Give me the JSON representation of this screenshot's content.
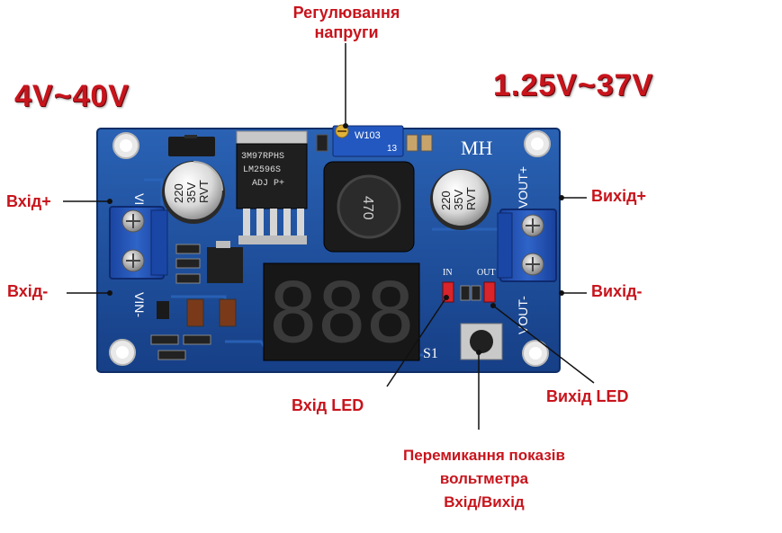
{
  "title": {
    "line1": "Регулювання",
    "line2": "напруги"
  },
  "ranges": {
    "input": "4V~40V",
    "output": "1.25V~37V"
  },
  "side_labels": {
    "in_plus": "Вхід+",
    "in_minus": "Вхід-",
    "out_plus": "Вихід+",
    "out_minus": "Вихід-"
  },
  "led_labels": {
    "in_led": "Вхід LED",
    "out_led": "Вихід LED"
  },
  "switch_caption": {
    "line1": "Перемикання показів",
    "line2": "вольтметра",
    "line3": "Вхід/Вихід"
  },
  "board": {
    "brand": "MH",
    "pot_code": "W103",
    "pot_sub": "13",
    "chip_line1": "3M97RPHS",
    "chip_line2": "LM2596S",
    "chip_line3": "ADJ  P+",
    "cap_text": [
      "220",
      "35V",
      "RVT"
    ],
    "inductor_text": "470",
    "vin_plus": "VIN+",
    "vin_minus": "VIN-",
    "vout_plus": "VOUT+",
    "vout_minus": "VOUT-",
    "in_mark": "IN",
    "out_mark": "OUT",
    "button_label": "S1",
    "display_digits": [
      "8",
      "8",
      "8"
    ]
  },
  "colors": {
    "label_red": "#c8141c",
    "pcb_blue": "#1d4f9c",
    "terminal_blue": "#1d4fa8",
    "led_red": "#d8242a"
  }
}
